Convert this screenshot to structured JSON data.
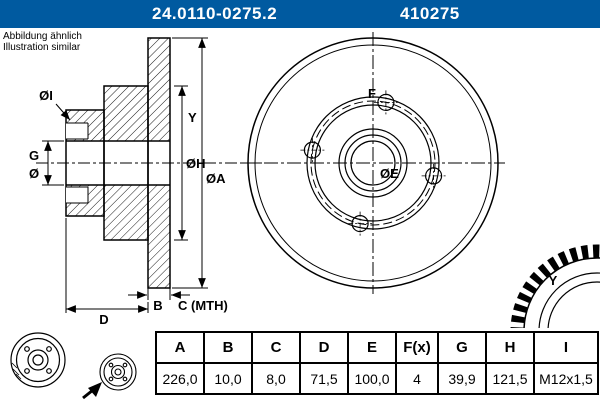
{
  "header": {
    "part_number": "24.0110-0275.2",
    "ref_number": "410275",
    "accent": "#005AA0",
    "text_color": "#FFFFFF"
  },
  "note": {
    "line1": "Abbildung ähnlich",
    "line2": "Illustration similar"
  },
  "drawing": {
    "labels": {
      "dia_i": "ØI",
      "g": "G",
      "dia": "Ø",
      "y_section": "Y",
      "dia_h": "ØH",
      "dia_a": "ØA",
      "b": "B",
      "c_mth": "C (MTH)",
      "d": "D",
      "f": "F",
      "dia_e": "ØE",
      "y_ring": "Y"
    }
  },
  "table": {
    "headers": [
      "A",
      "B",
      "C",
      "D",
      "E",
      "F(x)",
      "G",
      "H",
      "I"
    ],
    "values": [
      "226,0",
      "10,0",
      "8,0",
      "71,5",
      "100,0",
      "4",
      "39,9",
      "121,5",
      "M12x1,5"
    ]
  }
}
